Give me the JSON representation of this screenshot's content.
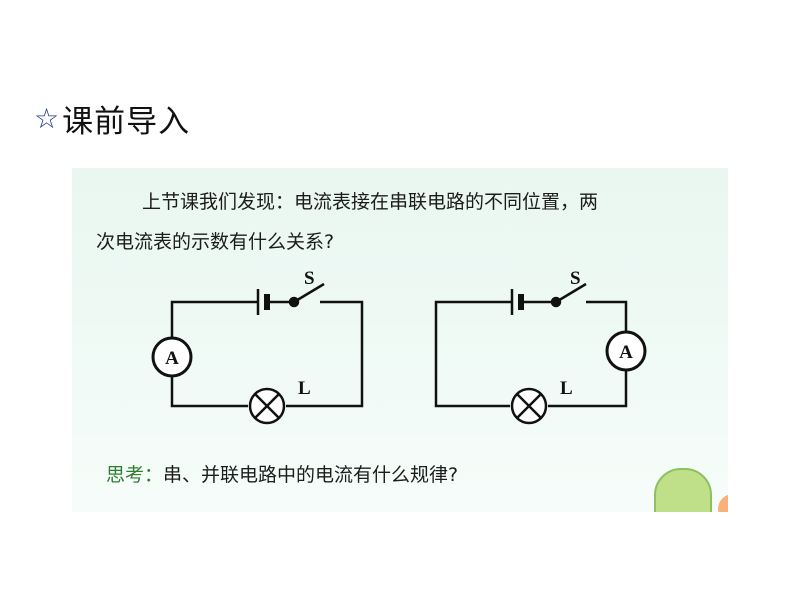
{
  "slide": {
    "star_icon": "☆",
    "title": "课前导入"
  },
  "panel": {
    "question_line1": "上节课我们发现：电流表接在串联电路的不同位置，两",
    "question_line2": "次电流表的示数有什么关系?",
    "think_label": "思考：",
    "think_text": "串、并联电路中的电流有什么规律?"
  },
  "circuits": {
    "left": {
      "switch_label": "S",
      "ammeter_label": "A",
      "lamp_label": "L"
    },
    "right": {
      "switch_label": "S",
      "ammeter_label": "A",
      "lamp_label": "L"
    }
  }
}
